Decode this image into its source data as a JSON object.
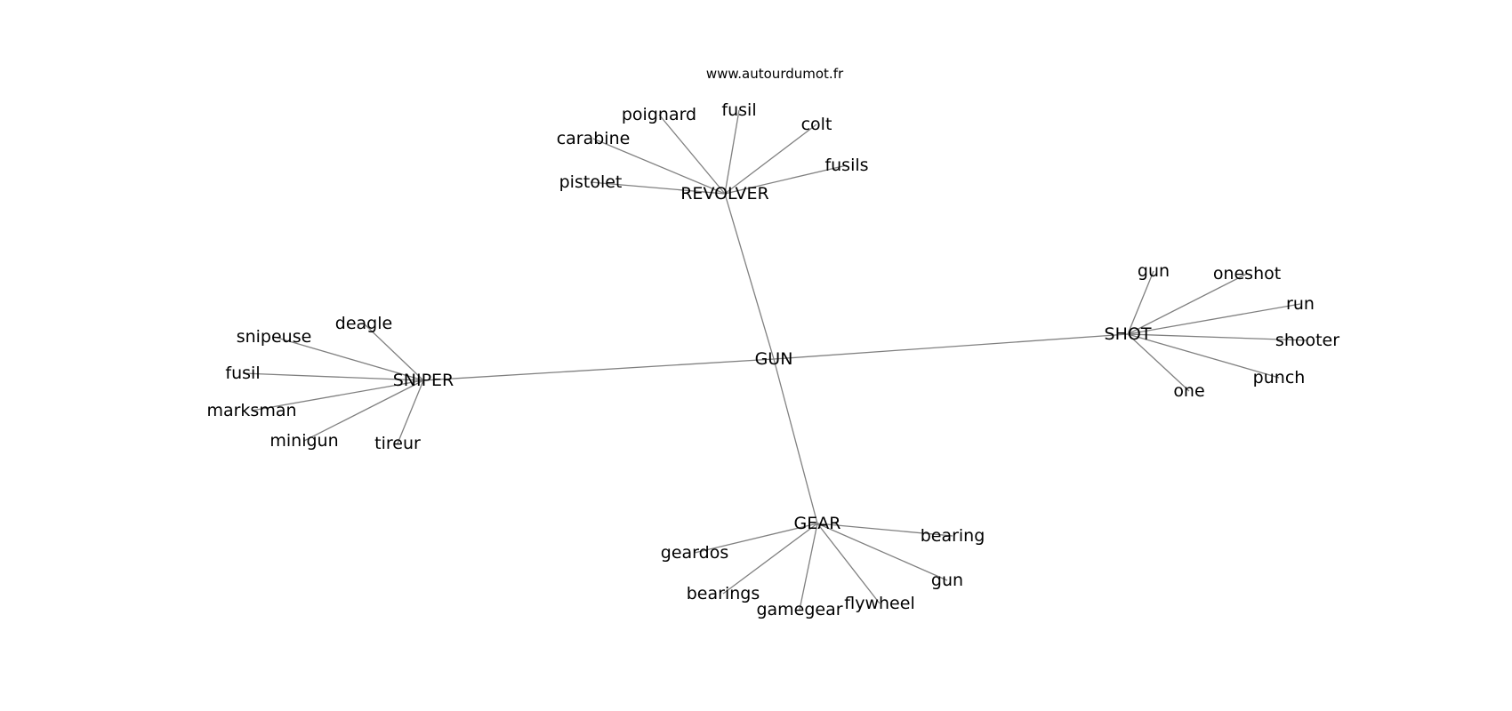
{
  "source": "www.autourdumot.fr",
  "graph": {
    "center": {
      "id": "gun",
      "label": "GUN"
    },
    "hubs": [
      {
        "id": "revolver",
        "label": "REVOLVER",
        "words": [
          {
            "id": "revolver-pistolet",
            "label": "pistolet"
          },
          {
            "id": "revolver-carabine",
            "label": "carabine"
          },
          {
            "id": "revolver-poignard",
            "label": "poignard"
          },
          {
            "id": "revolver-fusil",
            "label": "fusil"
          },
          {
            "id": "revolver-colt",
            "label": "colt"
          },
          {
            "id": "revolver-fusils",
            "label": "fusils"
          }
        ]
      },
      {
        "id": "sniper",
        "label": "SNIPER",
        "words": [
          {
            "id": "sniper-deagle",
            "label": "deagle"
          },
          {
            "id": "sniper-snipeuse",
            "label": "snipeuse"
          },
          {
            "id": "sniper-fusil",
            "label": "fusil"
          },
          {
            "id": "sniper-marksman",
            "label": "marksman"
          },
          {
            "id": "sniper-minigun",
            "label": "minigun"
          },
          {
            "id": "sniper-tireur",
            "label": "tireur"
          }
        ]
      },
      {
        "id": "shot",
        "label": "SHOT",
        "words": [
          {
            "id": "shot-gun",
            "label": "gun"
          },
          {
            "id": "shot-oneshot",
            "label": "oneshot"
          },
          {
            "id": "shot-run",
            "label": "run"
          },
          {
            "id": "shot-shooter",
            "label": "shooter"
          },
          {
            "id": "shot-punch",
            "label": "punch"
          },
          {
            "id": "shot-one",
            "label": "one"
          }
        ]
      },
      {
        "id": "gear",
        "label": "GEAR",
        "words": [
          {
            "id": "gear-geardos",
            "label": "geardos"
          },
          {
            "id": "gear-bearings",
            "label": "bearings"
          },
          {
            "id": "gear-gamegear",
            "label": "gamegear"
          },
          {
            "id": "gear-flywheel",
            "label": "flywheel"
          },
          {
            "id": "gear-gun",
            "label": "gun"
          },
          {
            "id": "gear-bearing",
            "label": "bearing"
          }
        ]
      }
    ]
  }
}
